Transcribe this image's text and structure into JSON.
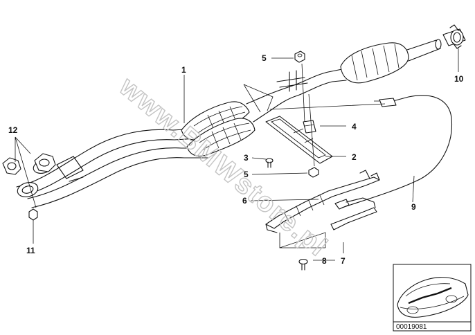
{
  "diagram": {
    "callouts": {
      "c1": "1",
      "c2": "2",
      "c3": "3",
      "c4": "4",
      "c5a": "5",
      "c5b": "5",
      "c6": "6",
      "c7": "7",
      "c8": "8",
      "c9": "9",
      "c10": "10",
      "c11": "11",
      "c12": "12"
    },
    "watermark": "www.BMWstore.pl",
    "image_code": "00019081"
  }
}
